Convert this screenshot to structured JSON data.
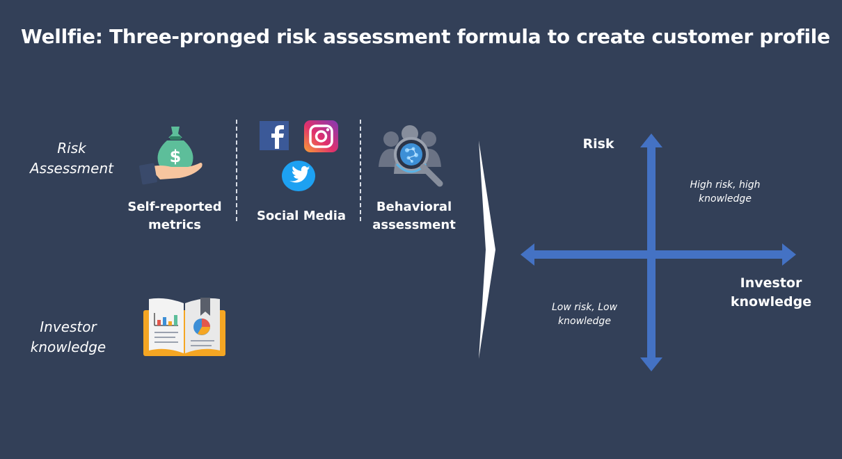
{
  "title": "Wellfie: Three-pronged risk assessment formula to create customer profile",
  "rows": {
    "risk": {
      "line1": "Risk",
      "line2": "Assessment"
    },
    "investor": {
      "line1": "Investor",
      "line2": "knowledge"
    }
  },
  "sources": {
    "self_reported": {
      "line1": "Self-reported",
      "line2": "metrics"
    },
    "social_media": {
      "line1": "Social Media"
    },
    "behavioral": {
      "line1": "Behavioral",
      "line2": "assessment"
    }
  },
  "quadrant": {
    "y_axis": "Risk",
    "x_axis": {
      "line1": "Investor",
      "line2": "knowledge"
    },
    "high": {
      "line1": "High risk, high",
      "line2": "knowledge"
    },
    "low": {
      "line1": "Low risk, Low",
      "line2": "knowledge"
    }
  },
  "colors": {
    "background": "#334058",
    "axis": "#4472c4",
    "facebook": "#3b5998",
    "twitter": "#1da1f2",
    "money_bag": "#5dbe9a",
    "book": "#f5a623"
  },
  "icons": [
    "money-bag-hand-icon",
    "facebook-icon",
    "instagram-icon",
    "twitter-icon",
    "behavioral-brain-icon",
    "open-book-chart-icon",
    "chevron-arrow-icon"
  ]
}
